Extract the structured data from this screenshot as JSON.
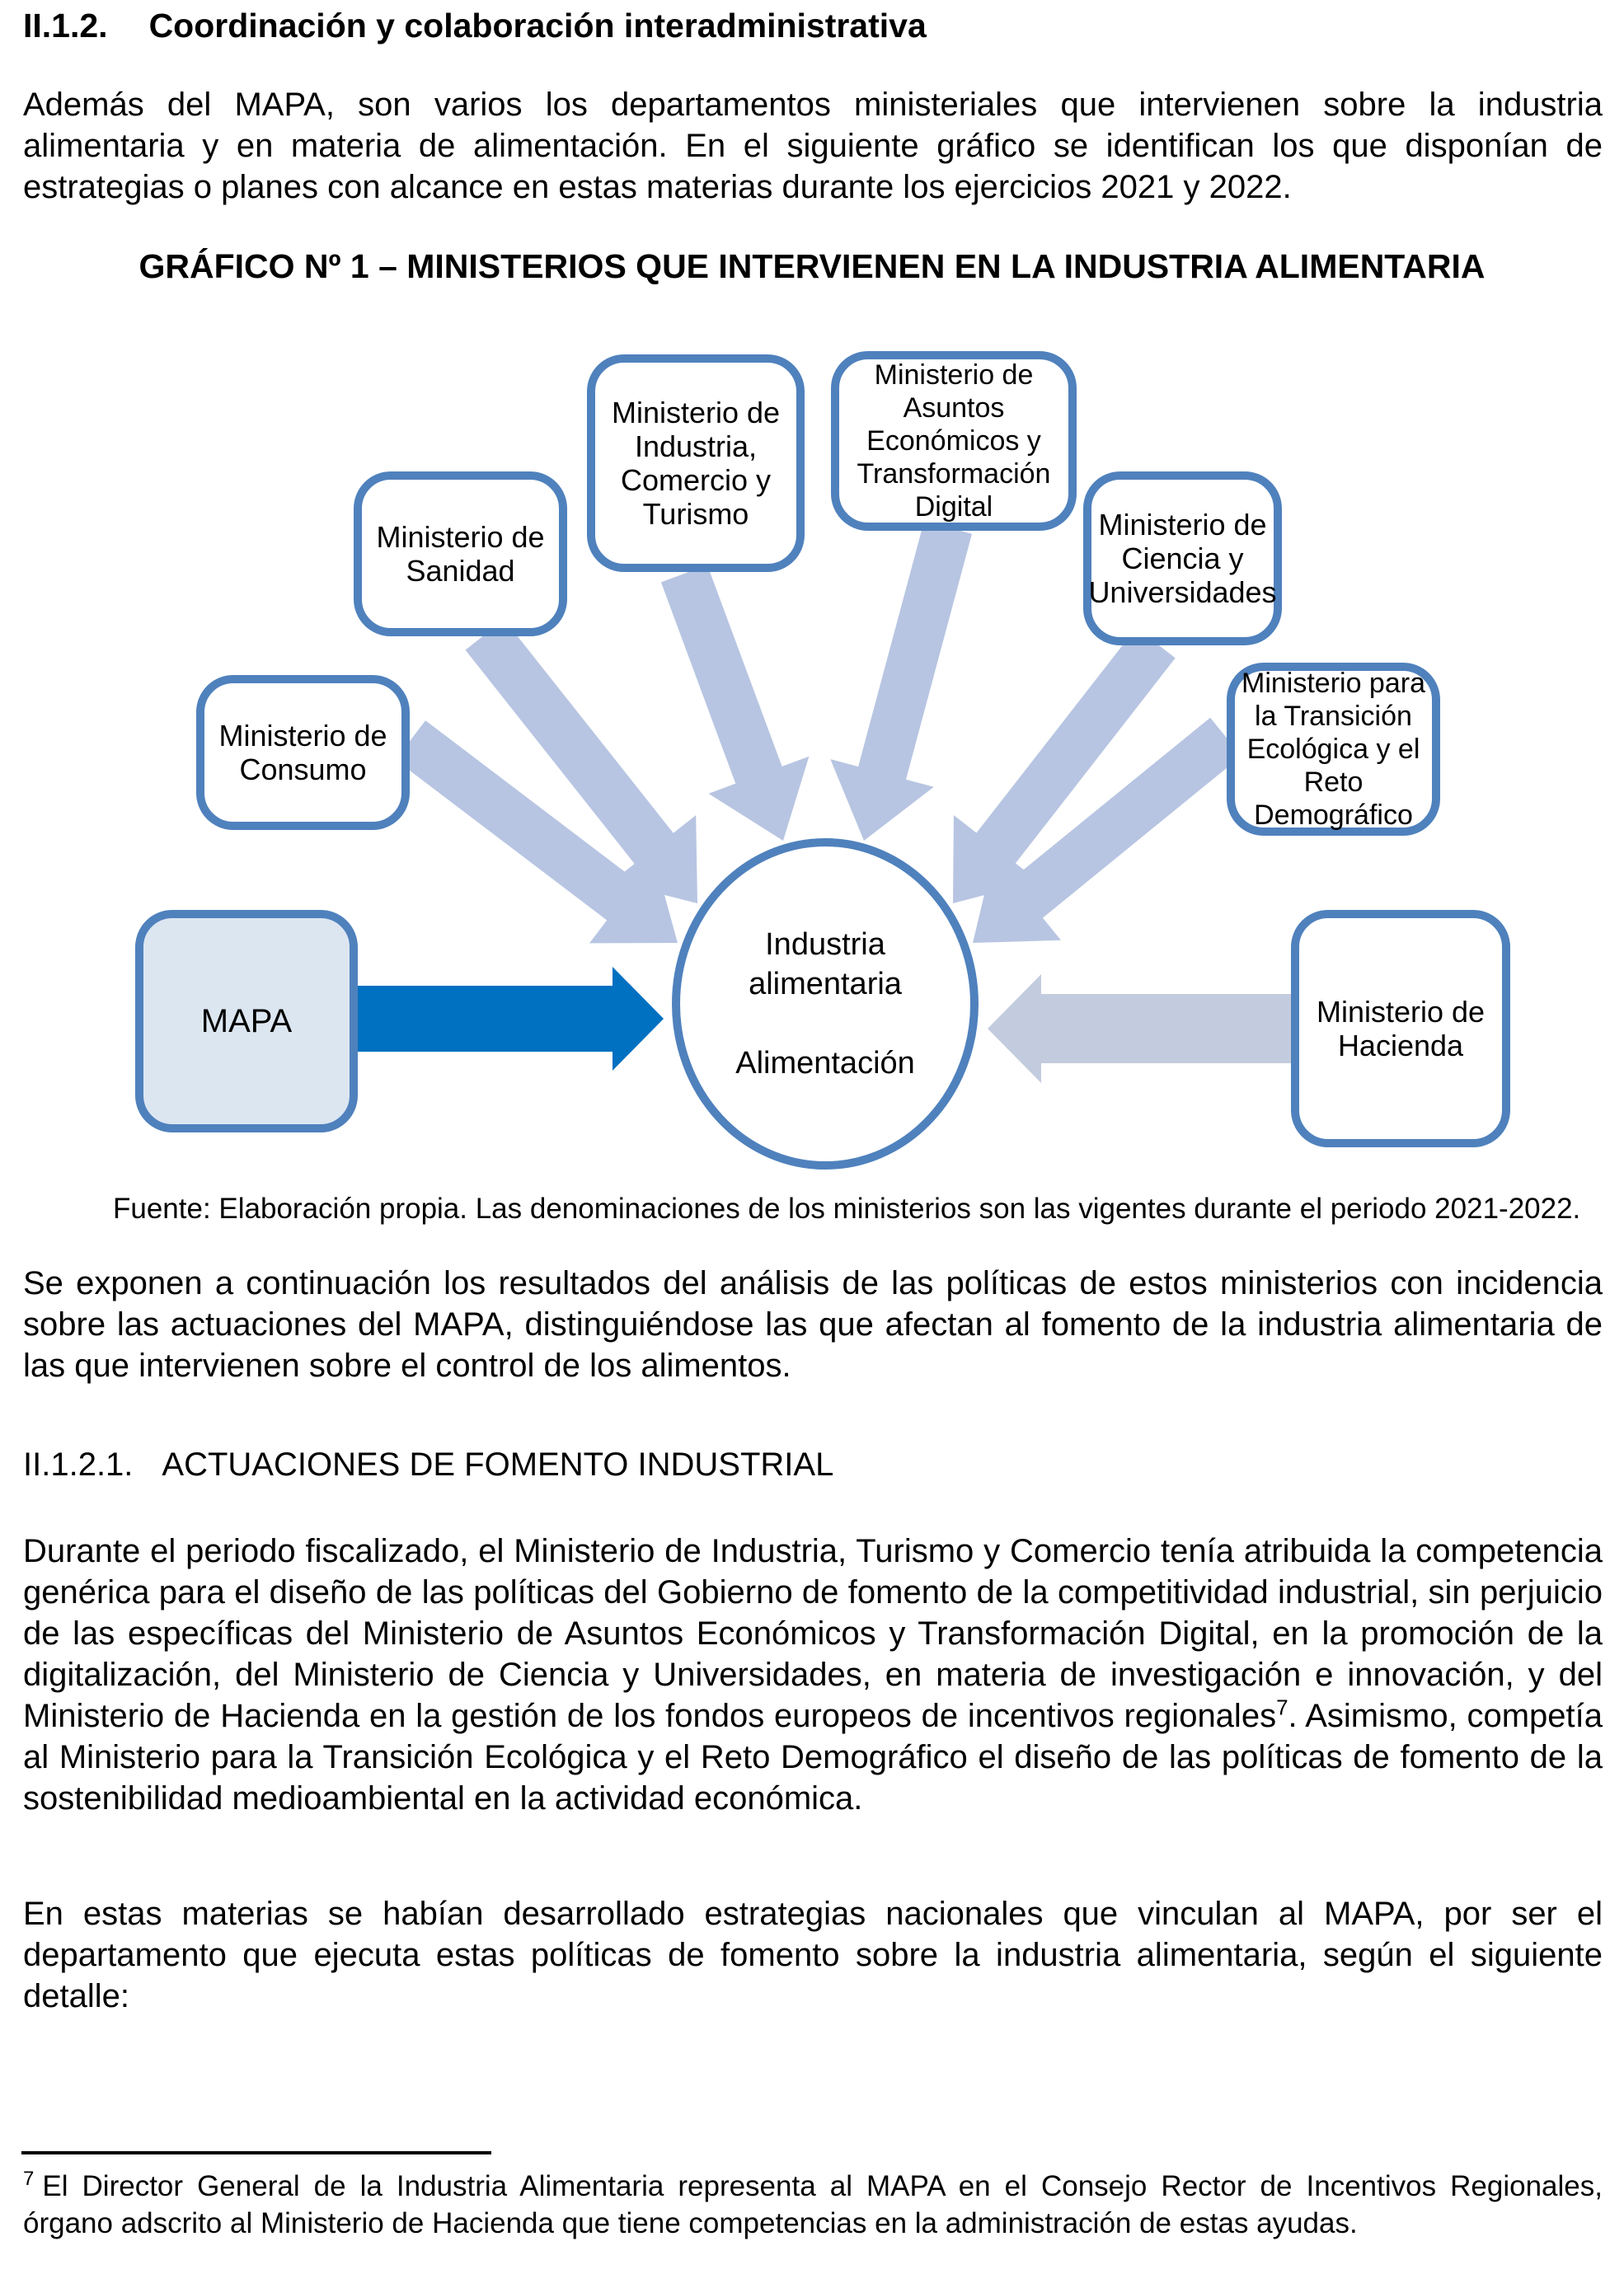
{
  "page": {
    "section_heading": {
      "number": "II.1.2.",
      "text": "Coordinación y colaboración interadministrativa"
    },
    "paragraph_1": "Además del MAPA, son varios los departamentos ministeriales que intervienen sobre la industria alimentaria y en materia de alimentación. En el siguiente gráfico se identifican los que disponían de estrategias o planes con alcance en estas materias durante los ejercicios 2021 y 2022.",
    "figure_title": "GRÁFICO Nº 1 – MINISTERIOS QUE INTERVIENEN EN LA INDUSTRIA ALIMENTARIA",
    "figure_source": "Fuente: Elaboración propia. Las denominaciones de los ministerios son las vigentes durante el periodo 2021-2022.",
    "paragraph_2": "Se exponen a continuación los resultados del análisis de las políticas de estos ministerios con incidencia sobre las actuaciones del MAPA, distinguiéndose las que afectan al fomento de la industria alimentaria de las que intervienen sobre el control de los alimentos.",
    "subsection_heading": {
      "number": "II.1.2.1.",
      "text": "ACTUACIONES DE FOMENTO INDUSTRIAL"
    },
    "paragraph_3": {
      "before_ref": "Durante el periodo fiscalizado, el Ministerio de Industria, Turismo y Comercio tenía atribuida la competencia genérica para el diseño de las políticas del Gobierno de fomento de la competitividad industrial, sin perjuicio de las específicas del Ministerio de Asuntos Económicos y Transformación Digital, en la promoción de la digitalización, del Ministerio de Ciencia y Universidades, en materia de investigación e innovación, y del Ministerio de Hacienda en la gestión de los fondos europeos de incentivos regionales",
      "footnote_ref": "7",
      "after_ref": ". Asimismo, competía al Ministerio para la Transición Ecológica y el Reto Demográfico el diseño de las políticas de fomento de la sostenibilidad medioambiental en la actividad económica."
    },
    "paragraph_4": "En estas materias se habían desarrollado estrategias nacionales que vinculan al MAPA, por ser el departamento que ejecuta estas políticas de fomento sobre la industria alimentaria, según el siguiente detalle:",
    "footnote": {
      "ref": "7",
      "text": "El Director General de la Industria Alimentaria representa al MAPA en el Consejo Rector de Incentivos Regionales, órgano adscrito al Ministerio de Hacienda que tiene competencias en la administración de estas ayudas."
    }
  },
  "diagram": {
    "boxes": {
      "industria": {
        "label": "Ministerio de\nIndustria,\nComercio y\nTurismo"
      },
      "asuntos": {
        "label": "Ministerio de\nAsuntos\nEconómicos y\nTransformación\nDigital"
      },
      "sanidad": {
        "label": "Ministerio de\nSanidad"
      },
      "ciencia": {
        "label": "Ministerio de\nCiencia y\nUniversidades"
      },
      "consumo": {
        "label": "Ministerio de\nConsumo"
      },
      "transicion": {
        "label": "Ministerio para\nla Transición\nEcológica y el\nReto\nDemográfico"
      },
      "mapa": {
        "label": "MAPA"
      },
      "hacienda": {
        "label": "Ministerio de\nHacienda"
      }
    },
    "center_label": "Industria\nalimentaria\n\nAlimentación",
    "colors": {
      "node_border": "#4F81BD",
      "node_fill": "#FFFFFF",
      "mapa_fill": "#DCE6F1",
      "arrow_light": "#B7C5E2",
      "arrow_gray": "#C3CCDE",
      "arrow_strong": "#0070C0"
    }
  }
}
